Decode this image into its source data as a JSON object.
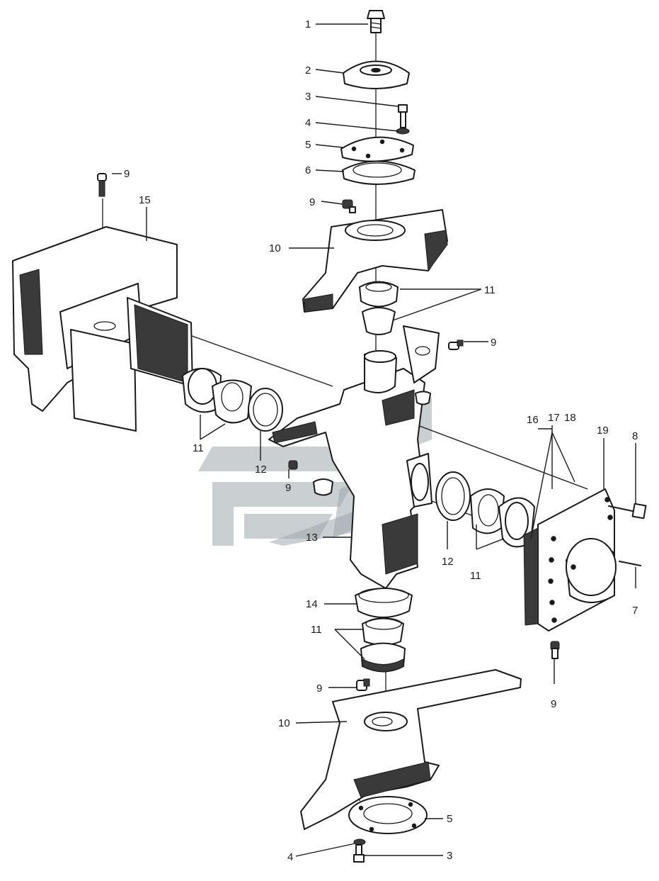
{
  "callouts": {
    "c1": "1",
    "c2": "2",
    "c3_top": "3",
    "c4_top": "4",
    "c5_top": "5",
    "c6": "6",
    "c9_top": "9",
    "c10_top": "10",
    "c11_top": "11",
    "c9_left": "9",
    "c15": "15",
    "c11_left": "11",
    "c12_left": "12",
    "c9_mid": "9",
    "c9_right": "9",
    "c16": "16",
    "c17": "17",
    "c18": "18",
    "c19": "19",
    "c8": "8",
    "c13": "13",
    "c12_right": "12",
    "c11_right": "11",
    "c7": "7",
    "c14": "14",
    "c11_bottom": "11",
    "c9_bottom_right": "9",
    "c9_bottom": "9",
    "c10_bottom": "10",
    "c5_bottom": "5",
    "c4_bottom": "4",
    "c3_bottom": "3"
  }
}
